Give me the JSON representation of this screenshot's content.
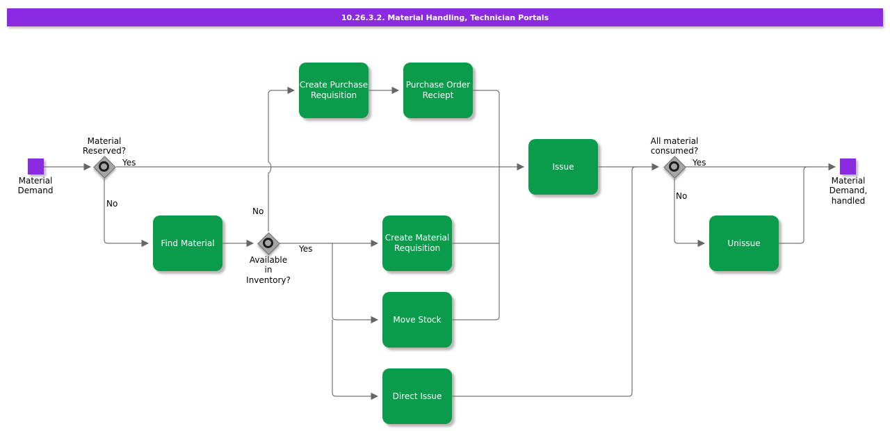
{
  "title_bar": {
    "title": "10.26.3.2. Material Handling, Technician Portals",
    "background_color": "#8A2BE2",
    "text_color": "#FFFFFF"
  },
  "colors": {
    "task_green": "#0A9B4B",
    "event_purple": "#8A2BE2",
    "connector_gray": "#737373",
    "decision_gray": "#A5A5A5"
  },
  "events": {
    "start": {
      "label": "Material\nDemand"
    },
    "end": {
      "label": "Material\nDemand,\nhandled"
    }
  },
  "decisions": {
    "material_reserved": {
      "question": "Material\nReserved?",
      "yes_label": "Yes",
      "no_label": "No"
    },
    "available_in_inventory": {
      "question": "Available\nin\nInventory?",
      "yes_label": "Yes",
      "no_label": "No"
    },
    "all_material_consumed": {
      "question": "All material\nconsumed?",
      "yes_label": "Yes",
      "no_label": "No"
    }
  },
  "tasks": {
    "create_purchase_requisition": {
      "label": "Create Purchase\nRequisition"
    },
    "purchase_order_reciept": {
      "label": "Purchase Order\nReciept"
    },
    "find_material": {
      "label": "Find Material"
    },
    "create_material_requisition": {
      "label": "Create Material\nRequisition"
    },
    "move_stock": {
      "label": "Move Stock"
    },
    "direct_issue": {
      "label": "Direct Issue"
    },
    "issue": {
      "label": "Issue"
    },
    "unissue": {
      "label": "Unissue"
    }
  }
}
